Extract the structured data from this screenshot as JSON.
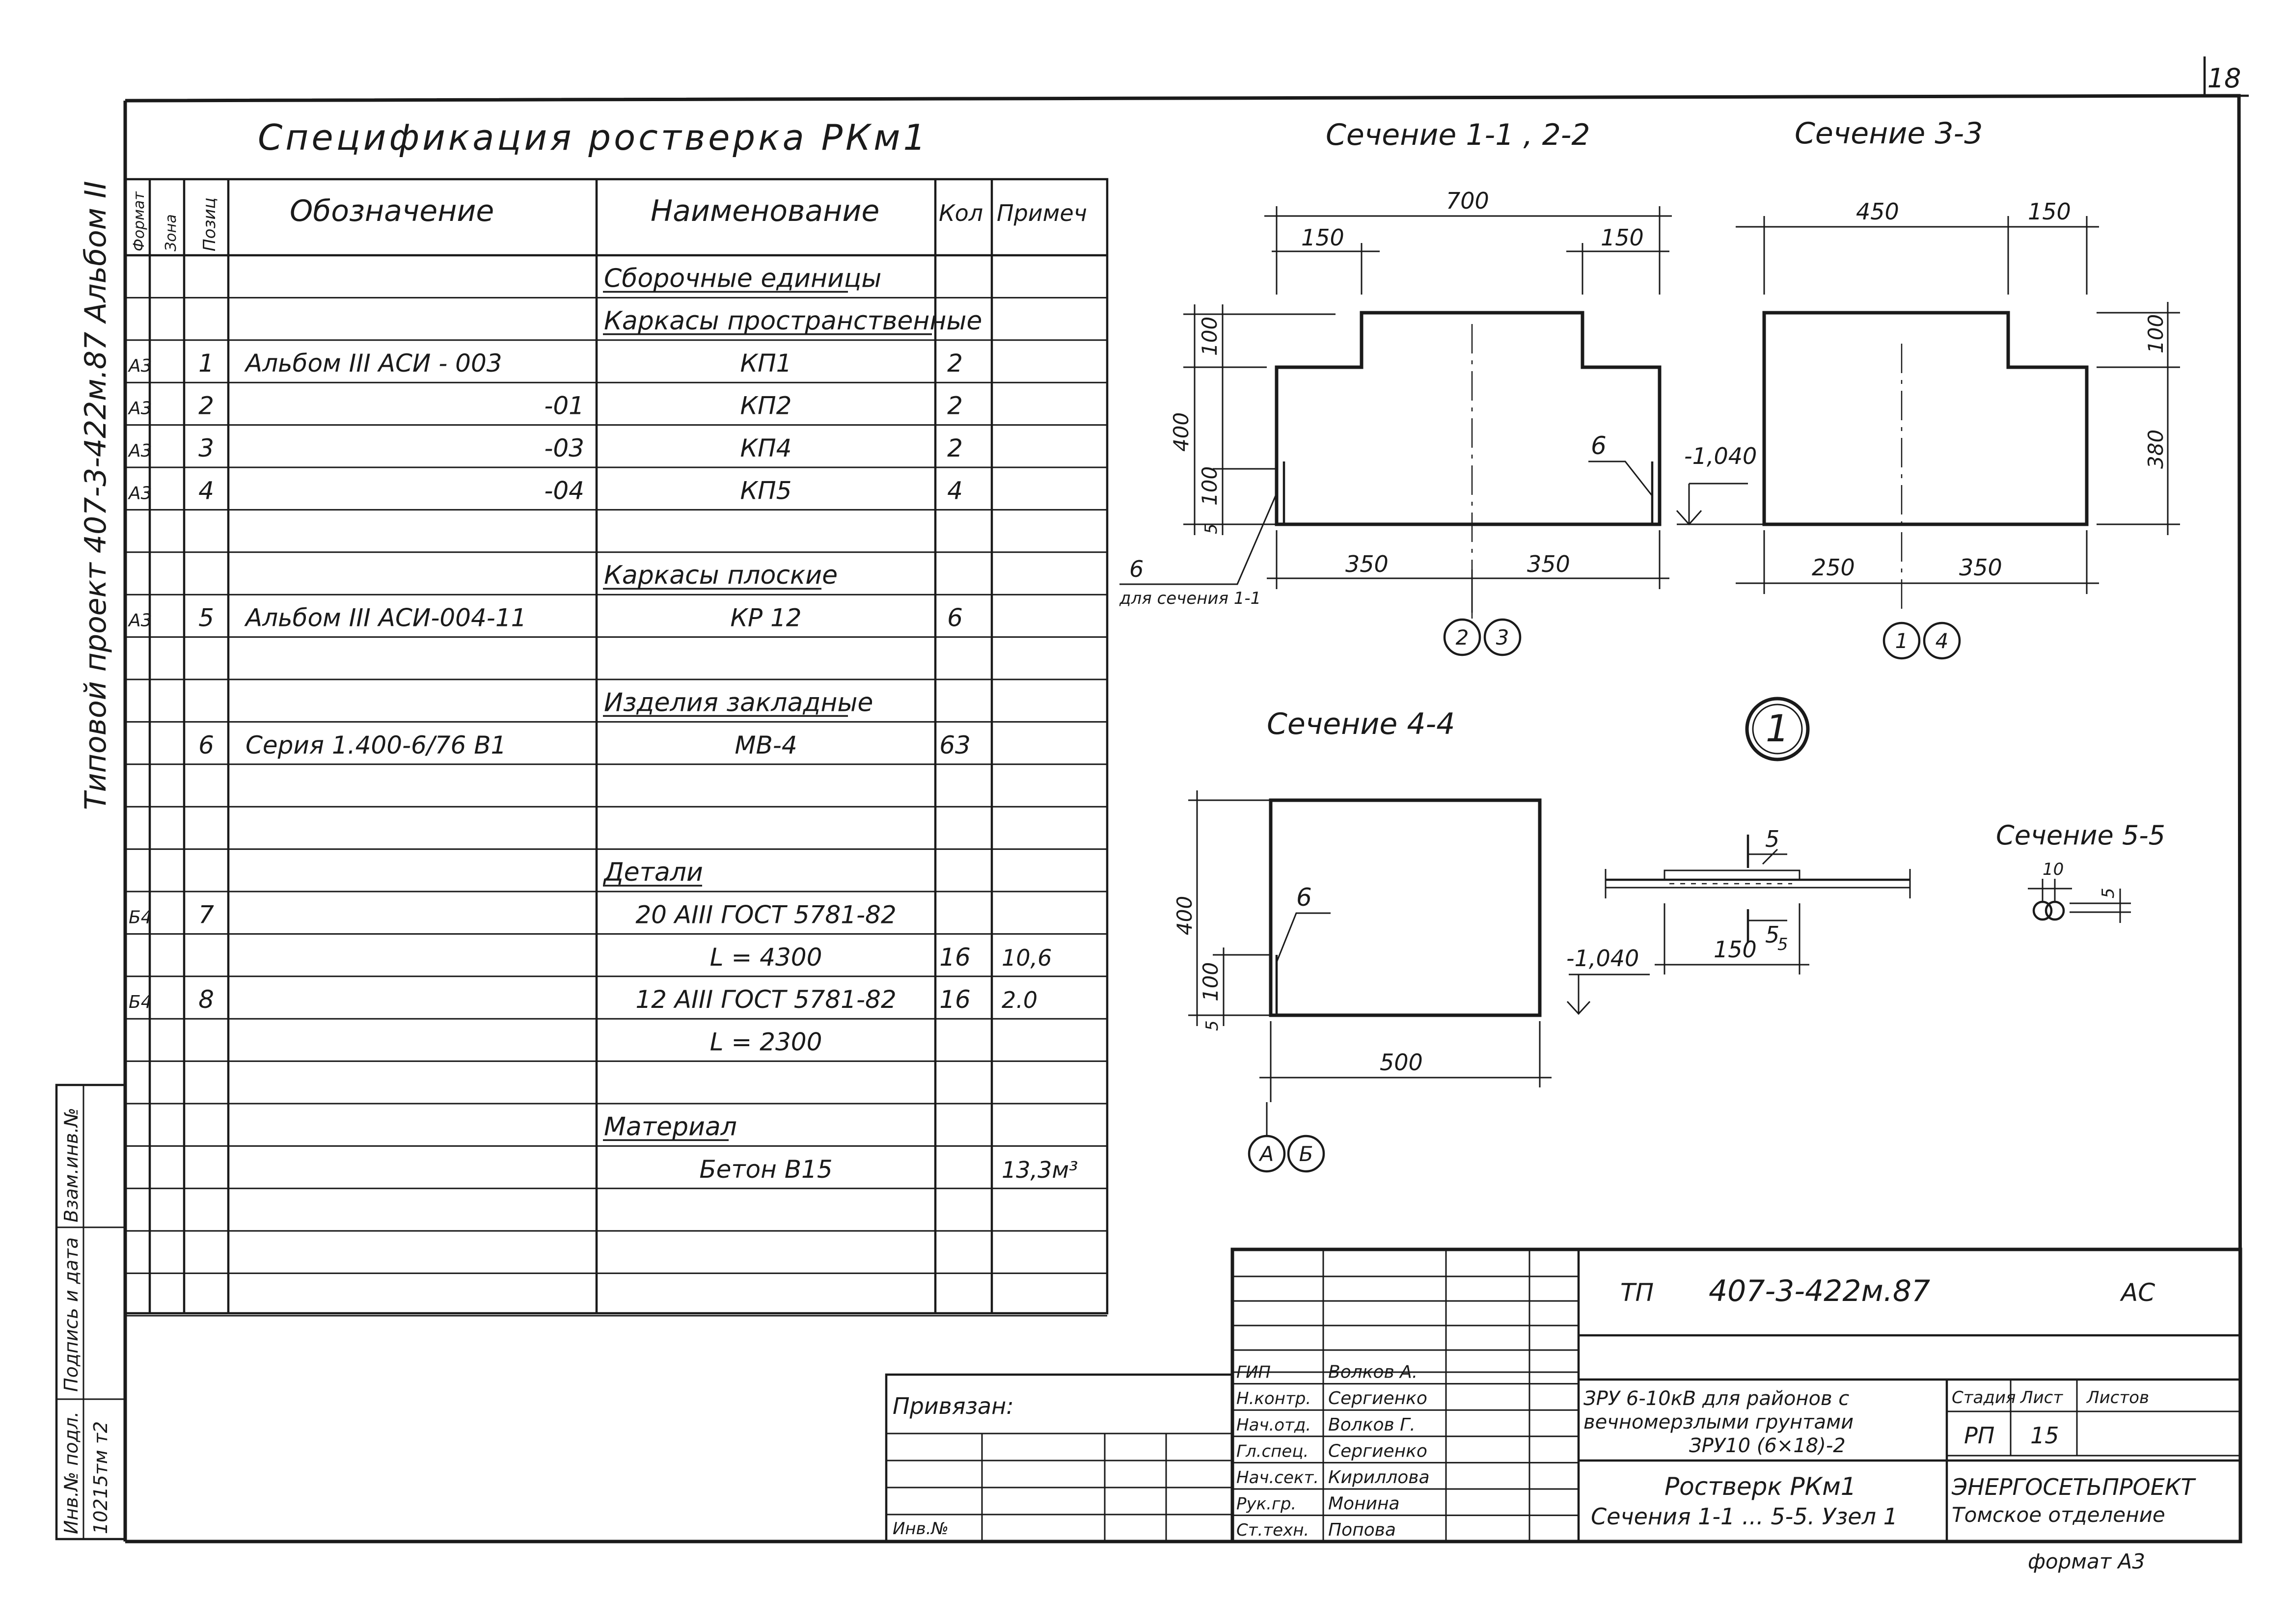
{
  "sheet_number": "18",
  "format": "формат А3",
  "side_stamp": "Типовой проект 407-3-422м.87  Альбом II",
  "left_stamp": {
    "inv": "Инв.№ подл.",
    "sign": "Подпись и дата",
    "replace": "Взам.инв.№",
    "inv_value": "10215тм т2"
  },
  "spec": {
    "title": "Спецификация  ростверка  РКм1",
    "headers": {
      "format": "Формат",
      "zone": "Зона",
      "pos": "Позиц",
      "designation": "Обозначение",
      "name": "Наименование",
      "qty": "Кол",
      "note": "Примеч"
    },
    "rows": [
      {
        "format": "",
        "pos": "",
        "designation": "",
        "name": "Сборочные единицы",
        "qty": "",
        "note": "",
        "u": true
      },
      {
        "format": "",
        "pos": "",
        "designation": "",
        "name": "Каркасы пространственные",
        "qty": "",
        "note": "",
        "u": true
      },
      {
        "format": "А3",
        "pos": "1",
        "designation": "Альбом III        АСИ - 003",
        "name": "КП1",
        "qty": "2",
        "note": "",
        "u": false
      },
      {
        "format": "А3",
        "pos": "2",
        "designation": "-01",
        "name": "КП2",
        "qty": "2",
        "note": "",
        "u": false
      },
      {
        "format": "А3",
        "pos": "3",
        "designation": "-03",
        "name": "КП4",
        "qty": "2",
        "note": "",
        "u": false
      },
      {
        "format": "А3",
        "pos": "4",
        "designation": "-04",
        "name": "КП5",
        "qty": "4",
        "note": "",
        "u": false
      },
      {
        "format": "",
        "pos": "",
        "designation": "",
        "name": "",
        "qty": "",
        "note": "",
        "u": false
      },
      {
        "format": "",
        "pos": "",
        "designation": "",
        "name": "Каркасы плоские",
        "qty": "",
        "note": "",
        "u": true
      },
      {
        "format": "А3",
        "pos": "5",
        "designation": "Альбом III      АСИ-004-11",
        "name": "КР 12",
        "qty": "6",
        "note": "",
        "u": false
      },
      {
        "format": "",
        "pos": "",
        "designation": "",
        "name": "",
        "qty": "",
        "note": "",
        "u": false
      },
      {
        "format": "",
        "pos": "",
        "designation": "",
        "name": "Изделия закладные",
        "qty": "",
        "note": "",
        "u": true
      },
      {
        "format": "",
        "pos": "6",
        "designation": "Серия 1.400-6/76 В1",
        "name": "МВ-4",
        "qty": "63",
        "note": "",
        "u": false
      },
      {
        "format": "",
        "pos": "",
        "designation": "",
        "name": "",
        "qty": "",
        "note": "",
        "u": false
      },
      {
        "format": "",
        "pos": "",
        "designation": "",
        "name": "",
        "qty": "",
        "note": "",
        "u": false
      },
      {
        "format": "",
        "pos": "",
        "designation": "",
        "name": "Детали",
        "qty": "",
        "note": "",
        "u": true
      },
      {
        "format": "Б4",
        "pos": "7",
        "designation": "",
        "name": "20 АIII  ГОСТ 5781-82",
        "qty": "",
        "note": "",
        "u": false
      },
      {
        "format": "",
        "pos": "",
        "designation": "",
        "name": "L = 4300",
        "qty": "16",
        "note": "10,6",
        "u": false
      },
      {
        "format": "Б4",
        "pos": "8",
        "designation": "",
        "name": "12 АIII  ГОСТ 5781-82",
        "qty": "16",
        "note": "2.0",
        "u": false
      },
      {
        "format": "",
        "pos": "",
        "designation": "",
        "name": "L = 2300",
        "qty": "",
        "note": "",
        "u": false
      },
      {
        "format": "",
        "pos": "",
        "designation": "",
        "name": "",
        "qty": "",
        "note": "",
        "u": false
      },
      {
        "format": "",
        "pos": "",
        "designation": "",
        "name": "Материал",
        "qty": "",
        "note": "",
        "u": true
      },
      {
        "format": "",
        "pos": "",
        "designation": "",
        "name": "Бетон В15",
        "qty": "",
        "note": "13,3м³",
        "u": false
      },
      {
        "format": "",
        "pos": "",
        "designation": "",
        "name": "",
        "qty": "",
        "note": "",
        "u": false
      },
      {
        "format": "",
        "pos": "",
        "designation": "",
        "name": "",
        "qty": "",
        "note": "",
        "u": false
      },
      {
        "format": "",
        "pos": "",
        "designation": "",
        "name": "",
        "qty": "",
        "note": "",
        "u": false
      }
    ]
  },
  "sections": {
    "s11": {
      "title": "Сечение 1-1 , 2-2",
      "dims": {
        "w": "700",
        "l": "150",
        "r": "150",
        "h": "400",
        "top": "100",
        "bot": "100",
        "five": "5",
        "b1": "350",
        "b2": "350"
      },
      "mark": "6",
      "mark_left": "6",
      "mark_left_note": "для сечения 1-1",
      "axis1": "2",
      "axis2": "3"
    },
    "s33": {
      "title": "Сечение 3-3",
      "dims": {
        "a": "450",
        "b": "150",
        "top": "100",
        "h": "380",
        "b1": "250",
        "b2": "350"
      },
      "level": "-1,040",
      "axis1": "1",
      "axis2": "4"
    },
    "s44": {
      "title": "Сечение 4-4",
      "dims": {
        "h": "400",
        "bot": "100",
        "five": "5",
        "w": "500"
      },
      "mark": "6",
      "axis1": "А",
      "axis2": "Б"
    },
    "node": {
      "id": "1",
      "cut": "5",
      "level": "-1,040",
      "dim": "150",
      "gap": "5"
    },
    "s55": {
      "title": "Сечение 5-5",
      "d1": "10",
      "d2": "5"
    }
  },
  "title_block": {
    "code": "ТП",
    "number": "407-3-422м.87",
    "section": "АС",
    "bound": "Привязан:",
    "inv": "Инв.№",
    "people": [
      {
        "role": "ГИП",
        "name": "Волков А."
      },
      {
        "role": "Н.контр.",
        "name": "Сергиенко"
      },
      {
        "role": "Нач.отд.",
        "name": "Волков Г."
      },
      {
        "role": "Гл.спец.",
        "name": "Сергиенко"
      },
      {
        "role": "Нач.сект.",
        "name": "Кириллова"
      },
      {
        "role": "Рук.гр.",
        "name": "Монина"
      },
      {
        "role": "Ст.техн.",
        "name": "Попова"
      }
    ],
    "project_line1": "ЗРУ 6-10кВ  для районов с",
    "project_line2": "вечномерзлыми грунтами",
    "project_line3": "ЗРУ10  (6×18)-2",
    "drawing_line1": "Ростверк РКм1",
    "drawing_line2": "Сечения 1-1 ... 5-5. Узел 1",
    "stage_label": "Стадия",
    "sheet_label": "Лист",
    "sheets_label": "Листов",
    "stage": "РП",
    "sheet": "15",
    "sheets": "",
    "org1": "ЭНЕРГОСЕТЬПРОЕКТ",
    "org2": "Томское отделение"
  }
}
